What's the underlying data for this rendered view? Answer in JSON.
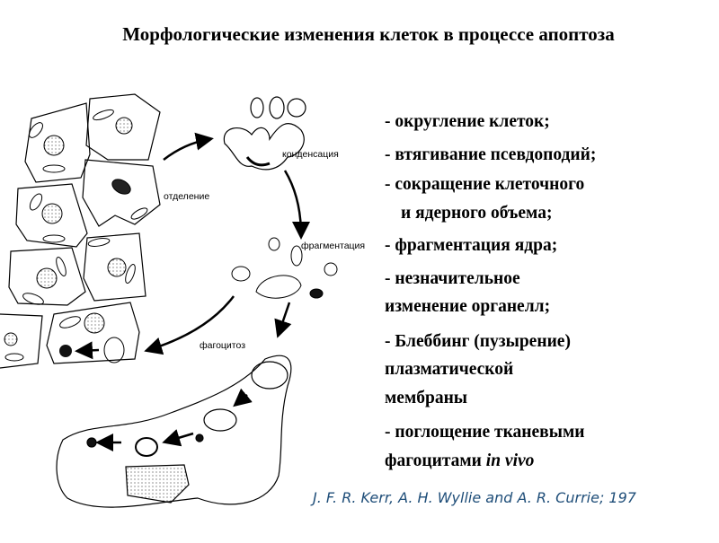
{
  "title": "Морфологические изменения клеток в процессе апоптоза",
  "diagram": {
    "labels": {
      "condensation": "конденсация",
      "separation": "отделение",
      "fragmentation": "фрагментация",
      "phagocytosis": "фагоцитоз"
    }
  },
  "bullets": [
    "- округление клеток;",
    "- втягивание псевдоподий;",
    "- сокращение клеточного",
    "и ядерного объема;",
    "- фрагментация ядра;",
    "- незначительное",
    "изменение органелл;",
    "- Блеббинг (пузырение)",
    "плазматической",
    "мембраны",
    "- поглощение тканевыми",
    "фагоцитами "
  ],
  "bullet_italic_tail": "in vivo",
  "citation": "J. F. R. Kerr, A. H. Wyllie and A. R. Currie; 197"
}
